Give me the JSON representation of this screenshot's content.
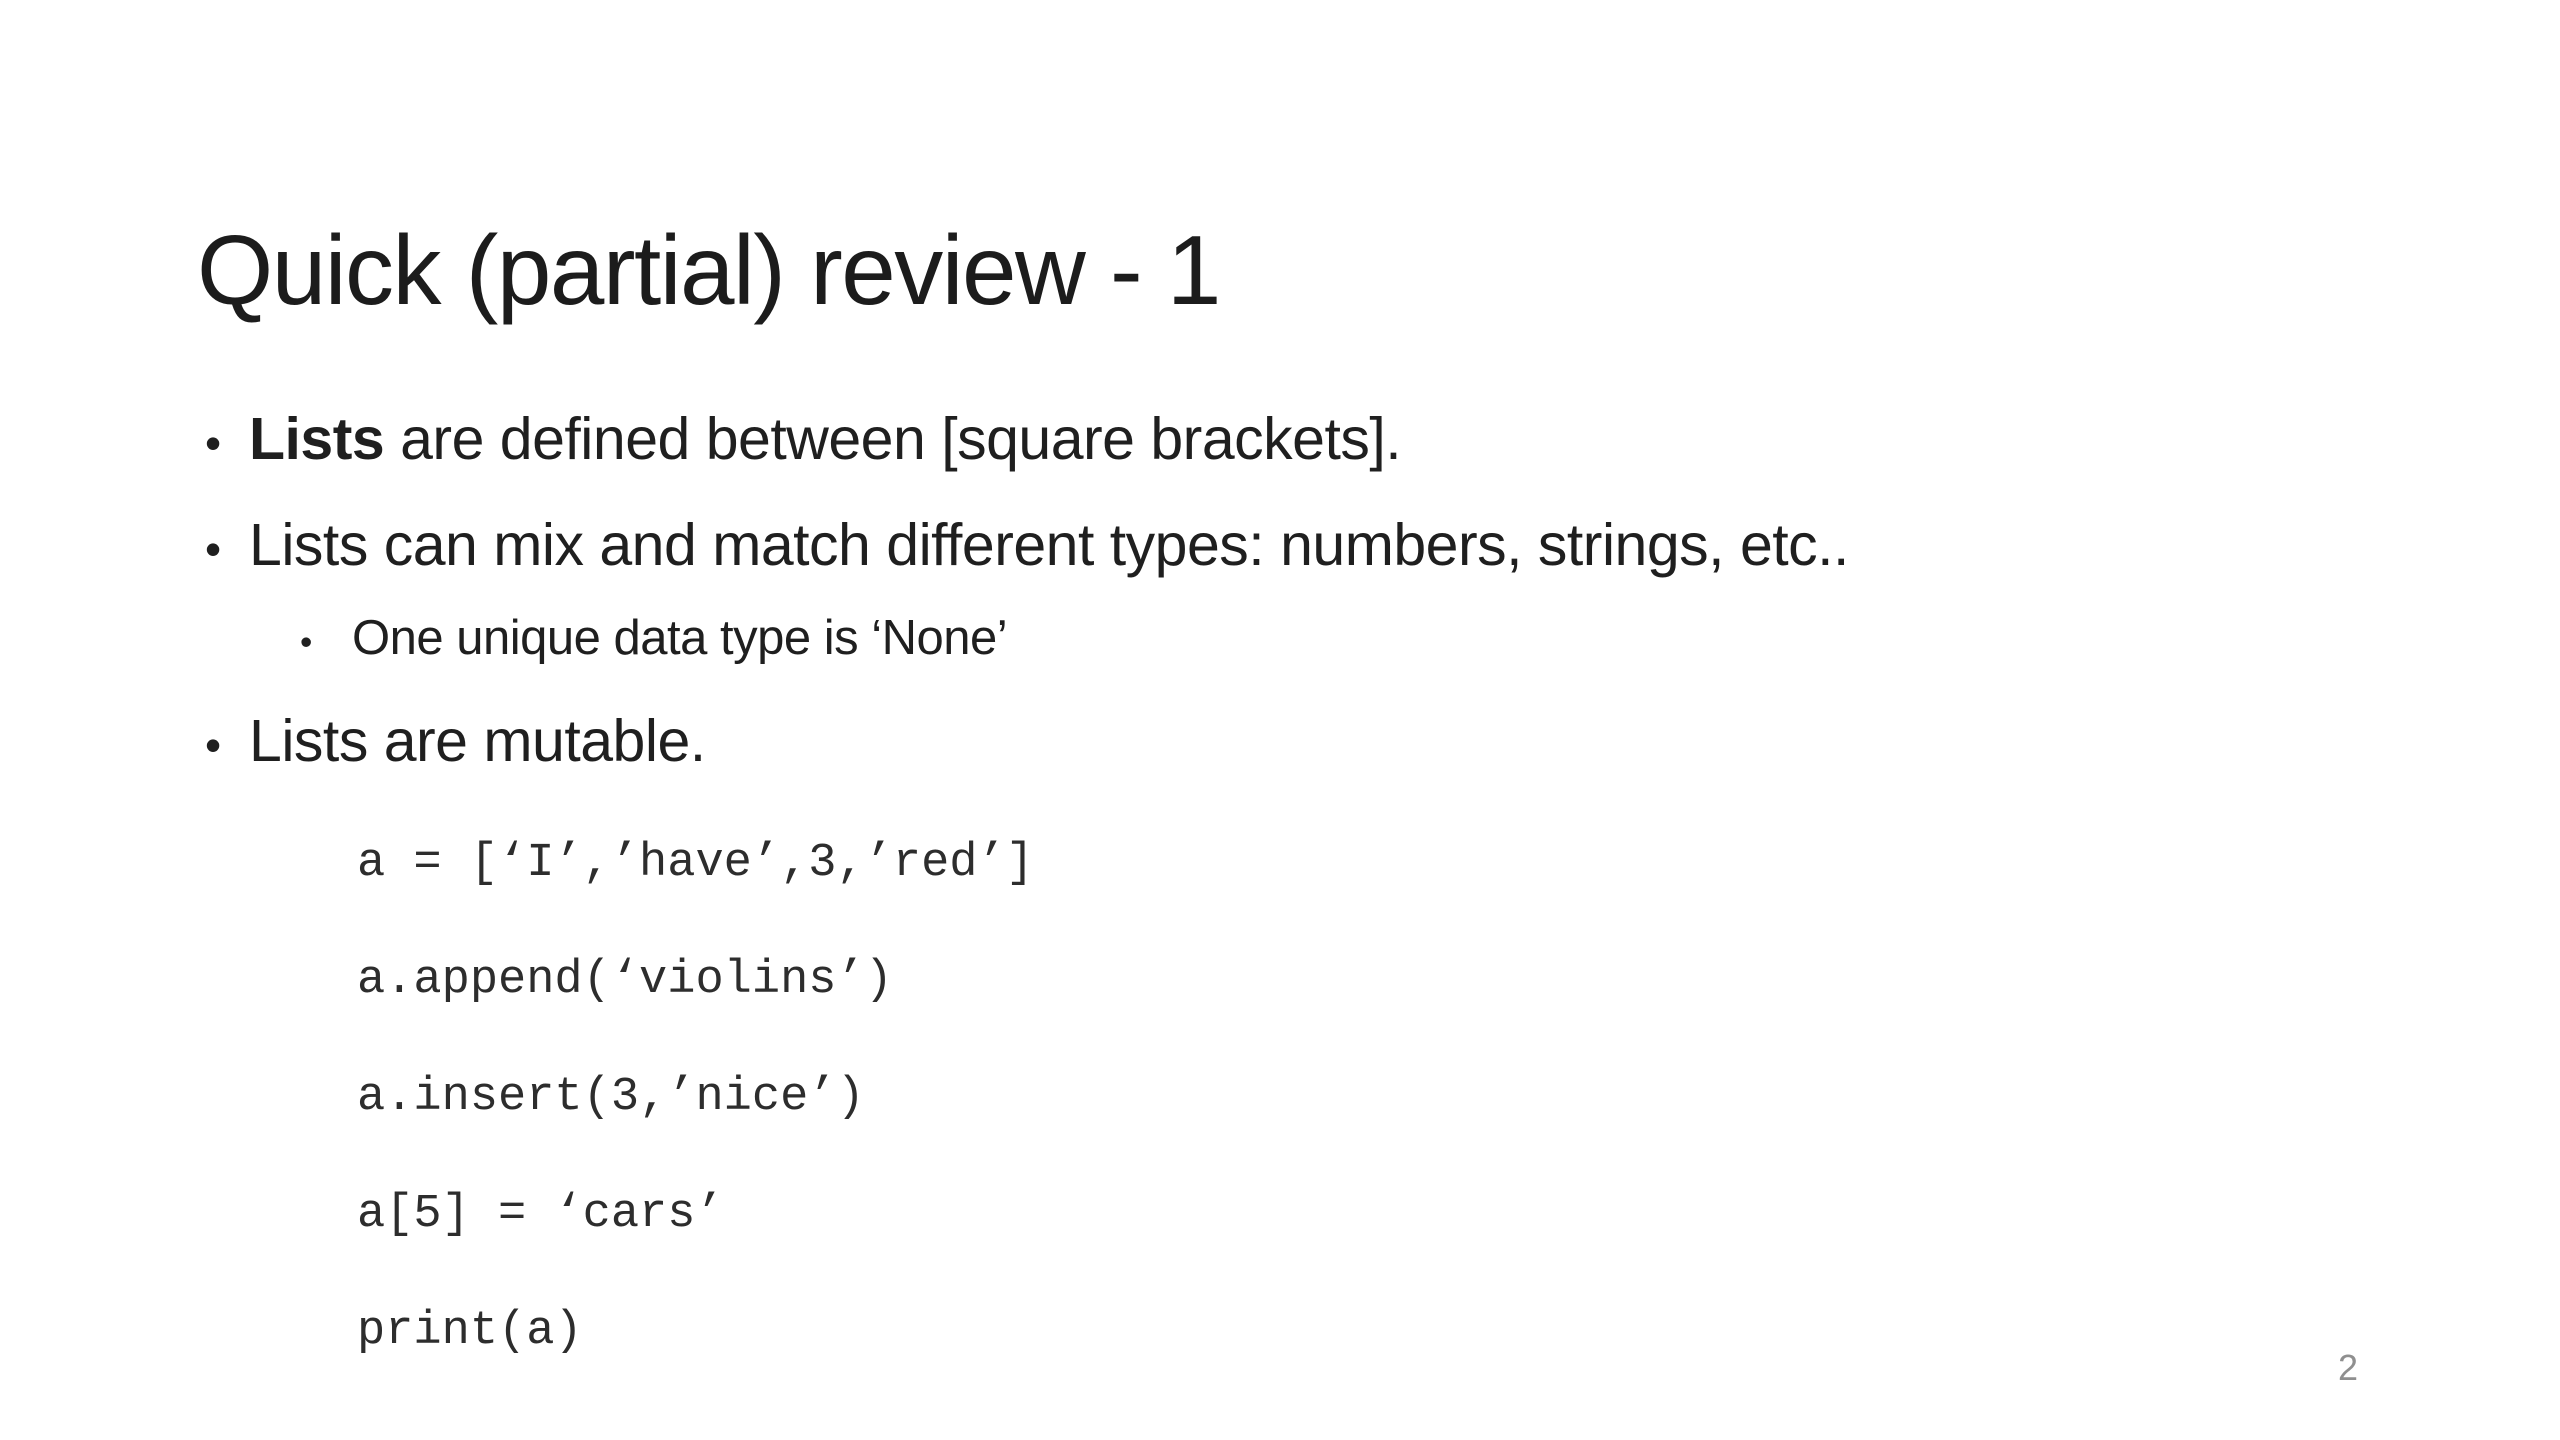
{
  "slide": {
    "title": "Quick (partial) review - 1",
    "bullets": {
      "marker": "•",
      "b1_bold": "Lists",
      "b1_rest": " are defined between [square brackets].",
      "b2": "Lists can mix and match different types: numbers, strings, etc..",
      "b2_sub": "One unique data type is ‘None’",
      "b3": "Lists are mutable."
    },
    "code": {
      "lines": [
        "a = [‘I’,’have’,3,’red’]",
        "a.append(‘violins’)",
        "a.insert(3,’nice’)",
        "a[5] = ‘cars’",
        "print(a)"
      ]
    },
    "page_number": "2",
    "colors": {
      "background": "#ffffff",
      "text": "#1f1f1f",
      "title": "#1c1c1c",
      "code_text": "#2d2d2d",
      "page_number": "#8f8f8f"
    }
  }
}
